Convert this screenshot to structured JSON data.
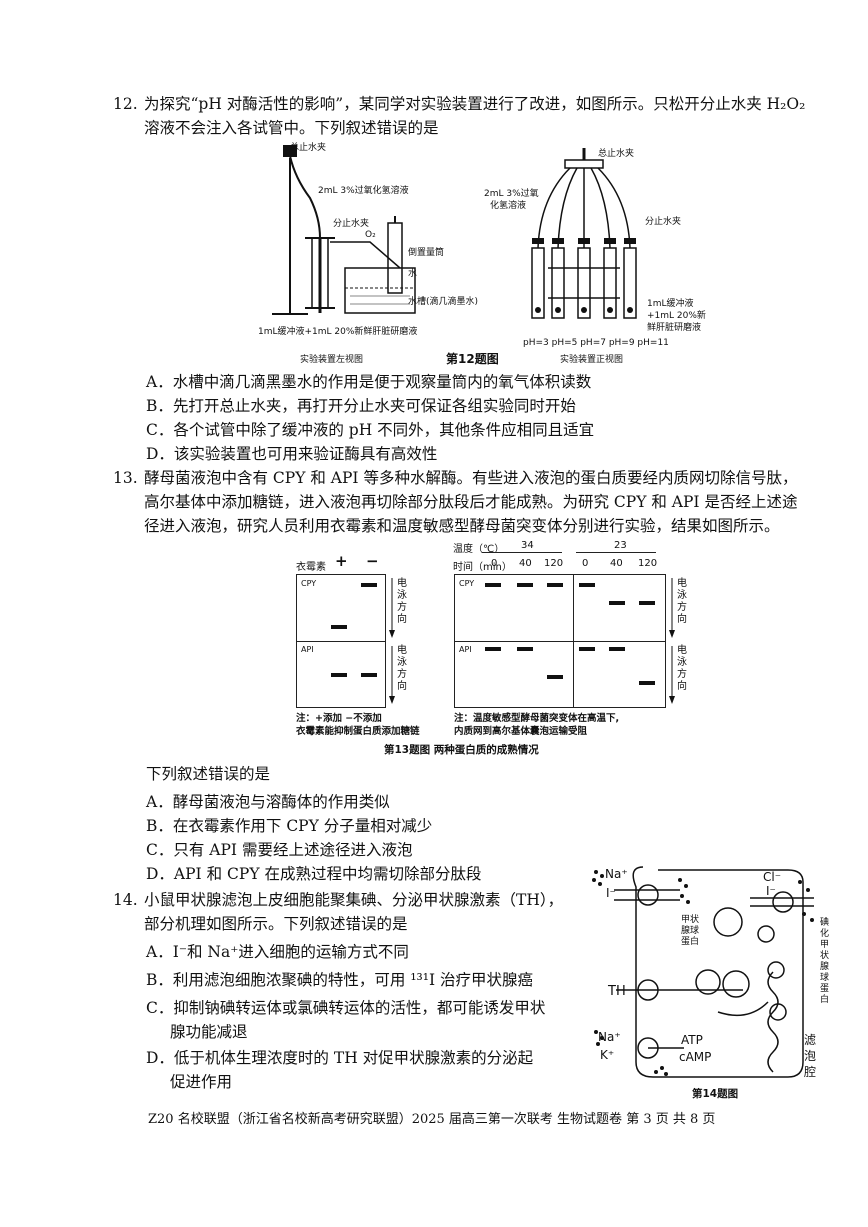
{
  "q12": {
    "number": "12.",
    "stem_line1": "为探究“pH 对酶活性的影响”，某同学对实验装置进行了改进，如图所示。只松开分止水夹 H₂O₂",
    "stem_line2": "溶液不会注入各试管中。下列叙述错误的是",
    "fig": {
      "left_clamp": "总止水夹",
      "left_h2o2": "2mL 3%过氧化氢溶液",
      "left_sub_clamp": "分止水夹",
      "o2": "O₂",
      "cylinder": "倒置量筒",
      "water": "水",
      "trough": "水槽(滴几滴墨水)",
      "left_bottom": "1mL缓冲液+1mL 20%新鲜肝脏研磨液",
      "left_caption": "实验装置左视图",
      "right_clamp": "总止水夹",
      "right_h2o2_1": "2mL 3%过氧",
      "right_h2o2_2": "化氢溶液",
      "right_sub_clamp": "分止水夹",
      "right_buffer_1": "1mL缓冲液",
      "right_buffer_2": "+1mL 20%新",
      "right_buffer_3": "鲜肝脏研磨液",
      "ph_labels": "pH=3 pH=5 pH=7 pH=9 pH=11",
      "right_caption": "实验装置正视图",
      "fig_title": "第12题图"
    },
    "options": [
      "A．水槽中滴几滴黑墨水的作用是便于观察量筒内的氧气体积读数",
      "B．先打开总止水夹，再打开分止水夹可保证各组实验同时开始",
      "C．各个试管中除了缓冲液的 pH 不同外，其他条件应相同且适宜",
      "D．该实验装置也可用来验证酶具有高效性"
    ]
  },
  "q13": {
    "number": "13.",
    "stem_line1": "酵母菌液泡中含有 CPY 和 API 等多种水解酶。有些进入液泡的蛋白质要经内质网切除信号肽，",
    "stem_line2": "高尔基体中添加糖链，进入液泡再切除部分肽段后才能成熟。为研究 CPY 和 API 是否经上述途",
    "stem_line3": "径进入液泡，研究人员利用衣霉素和温度敏感型酵母菌突变体分别进行实验，结果如图所示。",
    "fig": {
      "tunicamycin": "衣霉素",
      "plus": "+",
      "minus": "−",
      "cpy": "CPY",
      "api": "API",
      "direction": "电泳方向",
      "temp_label": "温度（℃）",
      "temp_34": "34",
      "temp_23": "23",
      "time_label": "时间（min）",
      "times": [
        "0",
        "40",
        "120",
        "0",
        "40",
        "120"
      ],
      "note_left_1": "注：+添加  −不添加",
      "note_left_2": "衣霉素能抑制蛋白质添加糖链",
      "note_right_1": "注：温度敏感型酵母菌突变体在高温下,",
      "note_right_2": "内质网到高尔基体囊泡运输受阻",
      "fig_title": "第13题图  两种蛋白质的成熟情况"
    },
    "prompt": "下列叙述错误的是",
    "options": [
      "A．酵母菌液泡与溶酶体的作用类似",
      "B．在衣霉素作用下 CPY 分子量相对减少",
      "C．只有 API 需要经上述途径进入液泡",
      "D．API 和 CPY 在成熟过程中均需切除部分肽段"
    ]
  },
  "q14": {
    "number": "14.",
    "stem_line1": "小鼠甲状腺滤泡上皮细胞能聚集碘、分泌甲状腺激素（TH），",
    "stem_line2": "部分机理如图所示。下列叙述错误的是",
    "options": [
      "A．I⁻和 Na⁺进入细胞的运输方式不同",
      "B．利用滤泡细胞浓聚碘的特性，可用 ¹³¹I 治疗甲状腺癌",
      "C．抑制钠碘转运体或氯碘转运体的活性，都可能诱发甲状",
      "腺功能减退",
      "D．低于机体生理浓度时的 TH 对促甲状腺激素的分泌起",
      "促进作用"
    ],
    "fig": {
      "na": "Na⁺",
      "i": "I⁻",
      "cl": "Cl⁻",
      "i2": "I⁻",
      "thyroglobulin": "甲状腺球蛋白",
      "iodinated": "碘化甲状腺球蛋白",
      "th": "TH",
      "na2": "Na⁺",
      "k": "K⁺",
      "atp": "ATP",
      "camp": "cAMP",
      "lumen": "滤泡腔",
      "fig_title": "第14题图"
    }
  },
  "footer": "Z20 名校联盟（浙江省名校新高考研究联盟）2025 届高三第一次联考  生物试题卷  第 3 页 共 8 页"
}
